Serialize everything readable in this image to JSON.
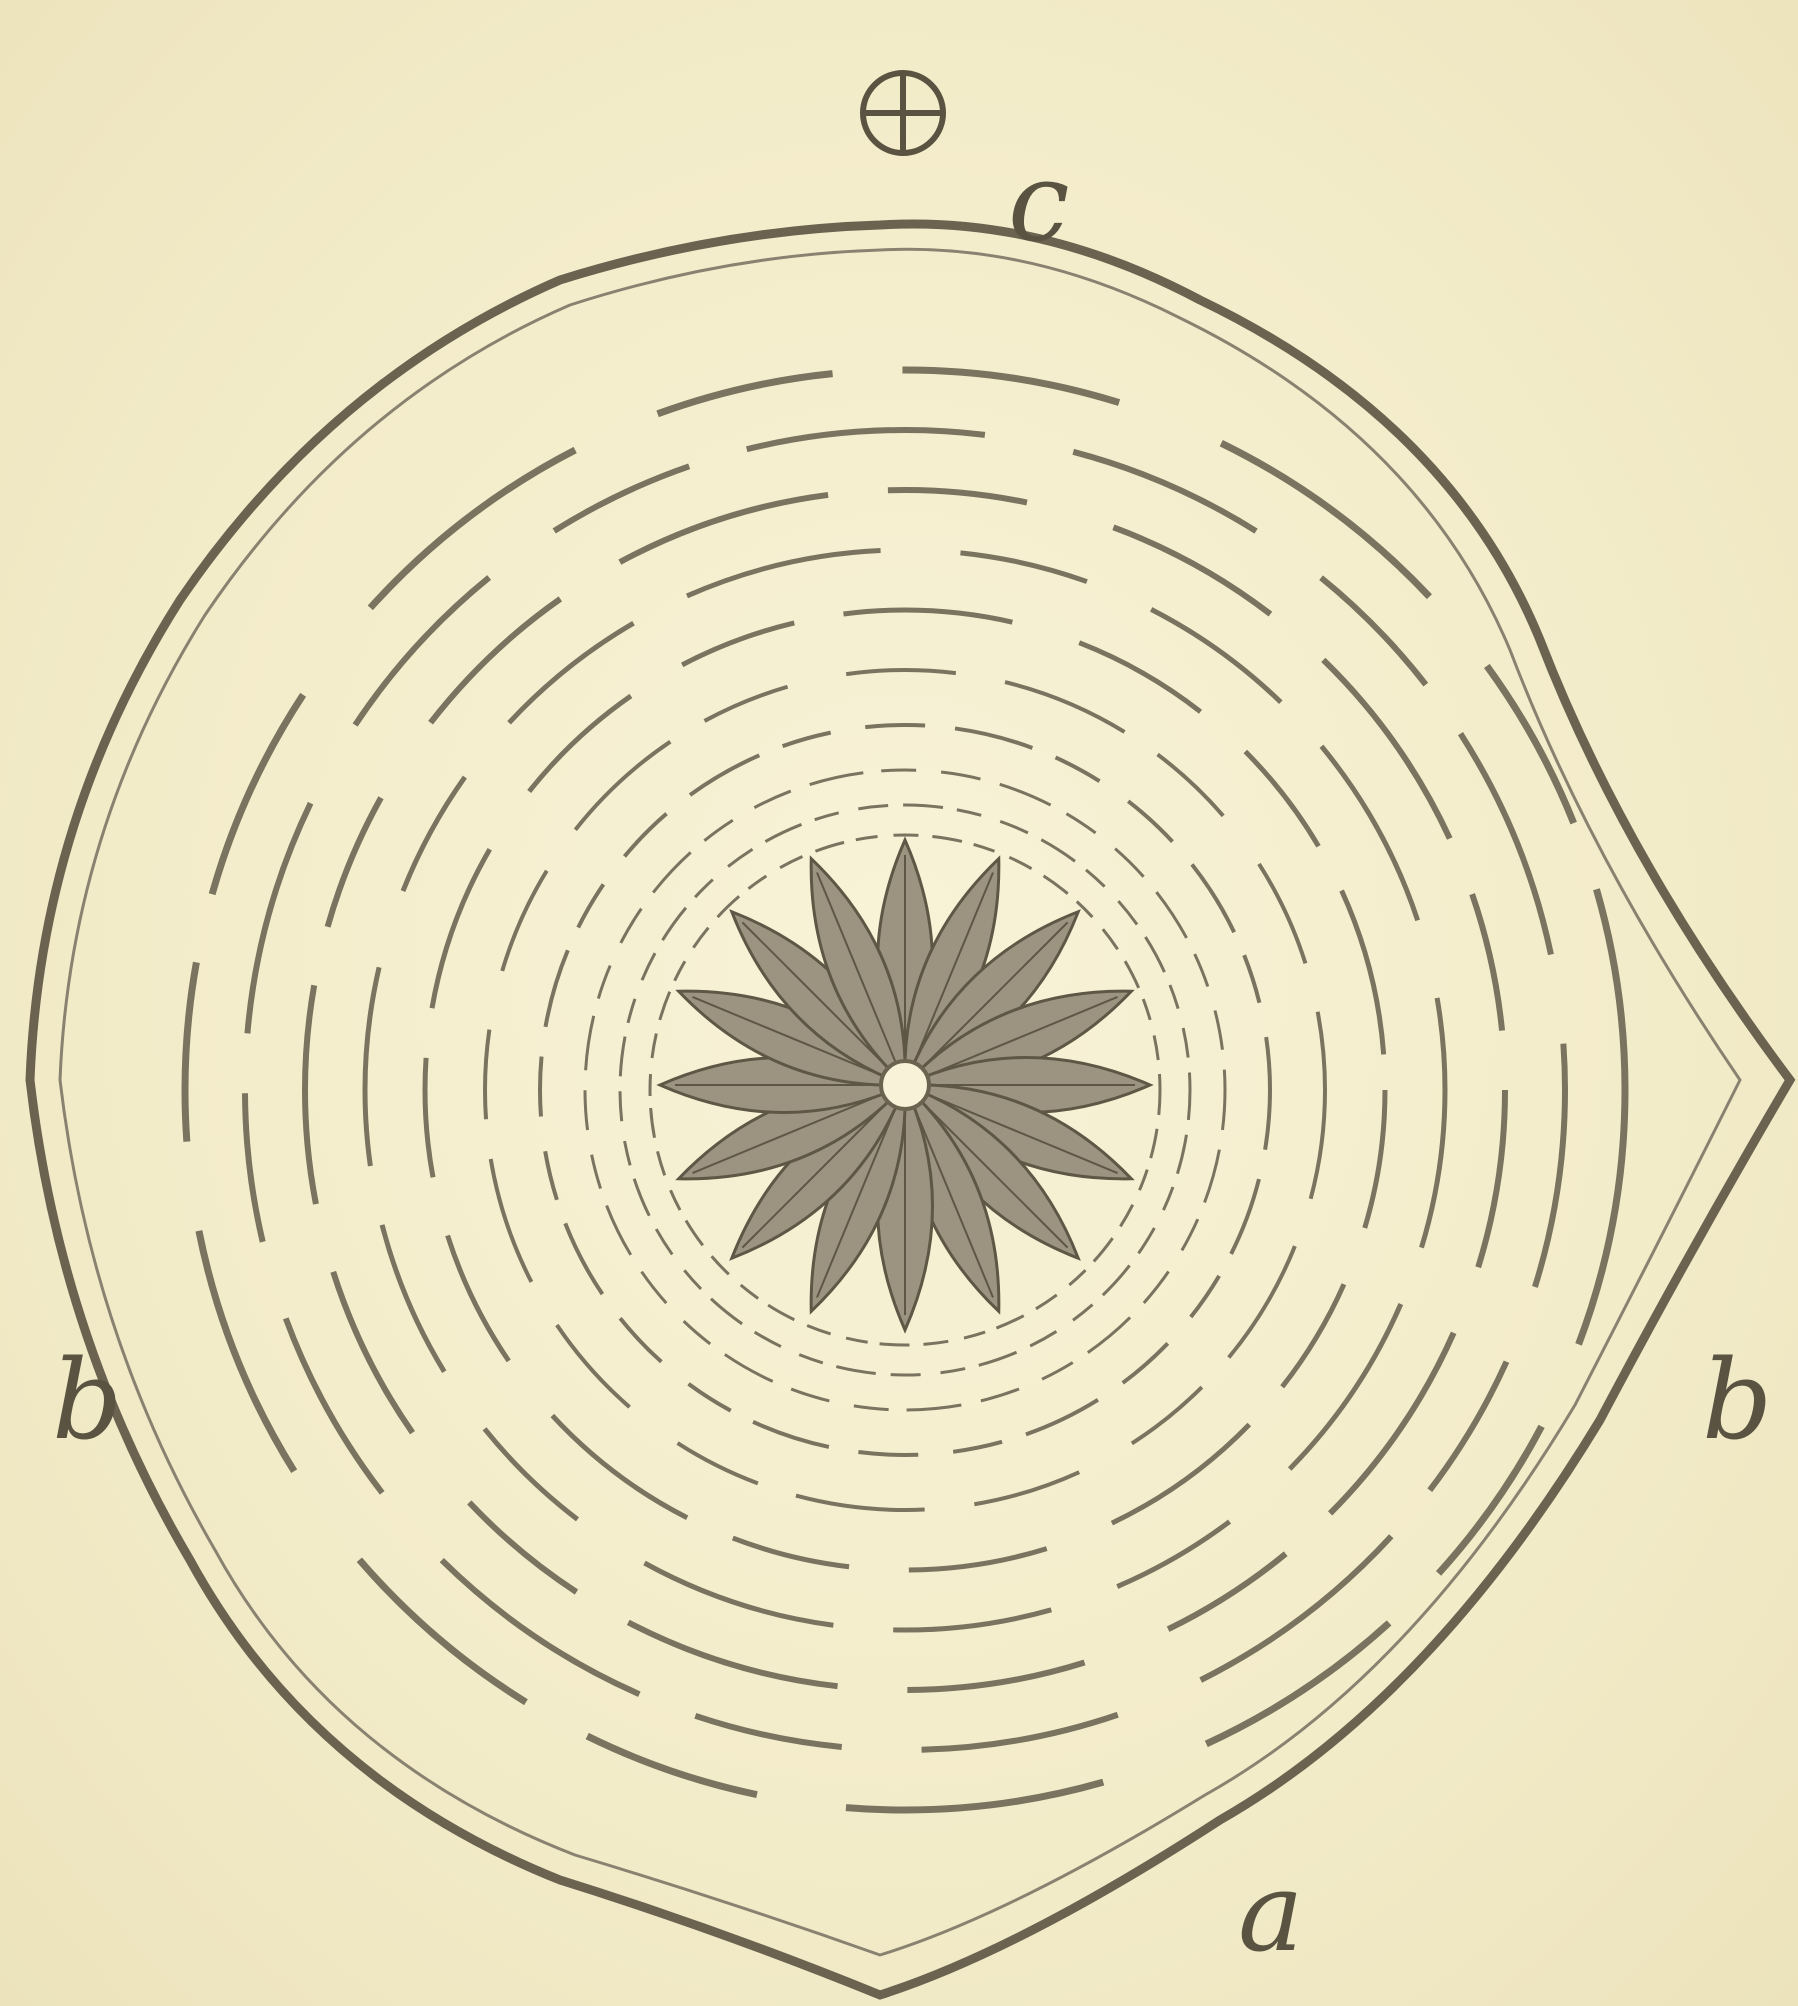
{
  "figure": {
    "labels": {
      "top": "c",
      "left": "b",
      "right": "b",
      "bottom": "a"
    },
    "symbols": {
      "top_symbol": "circled-cross-icon"
    },
    "colors": {
      "paper": "#f5efcd",
      "ink": "#6b6350",
      "rosette": "#8a8270"
    }
  }
}
